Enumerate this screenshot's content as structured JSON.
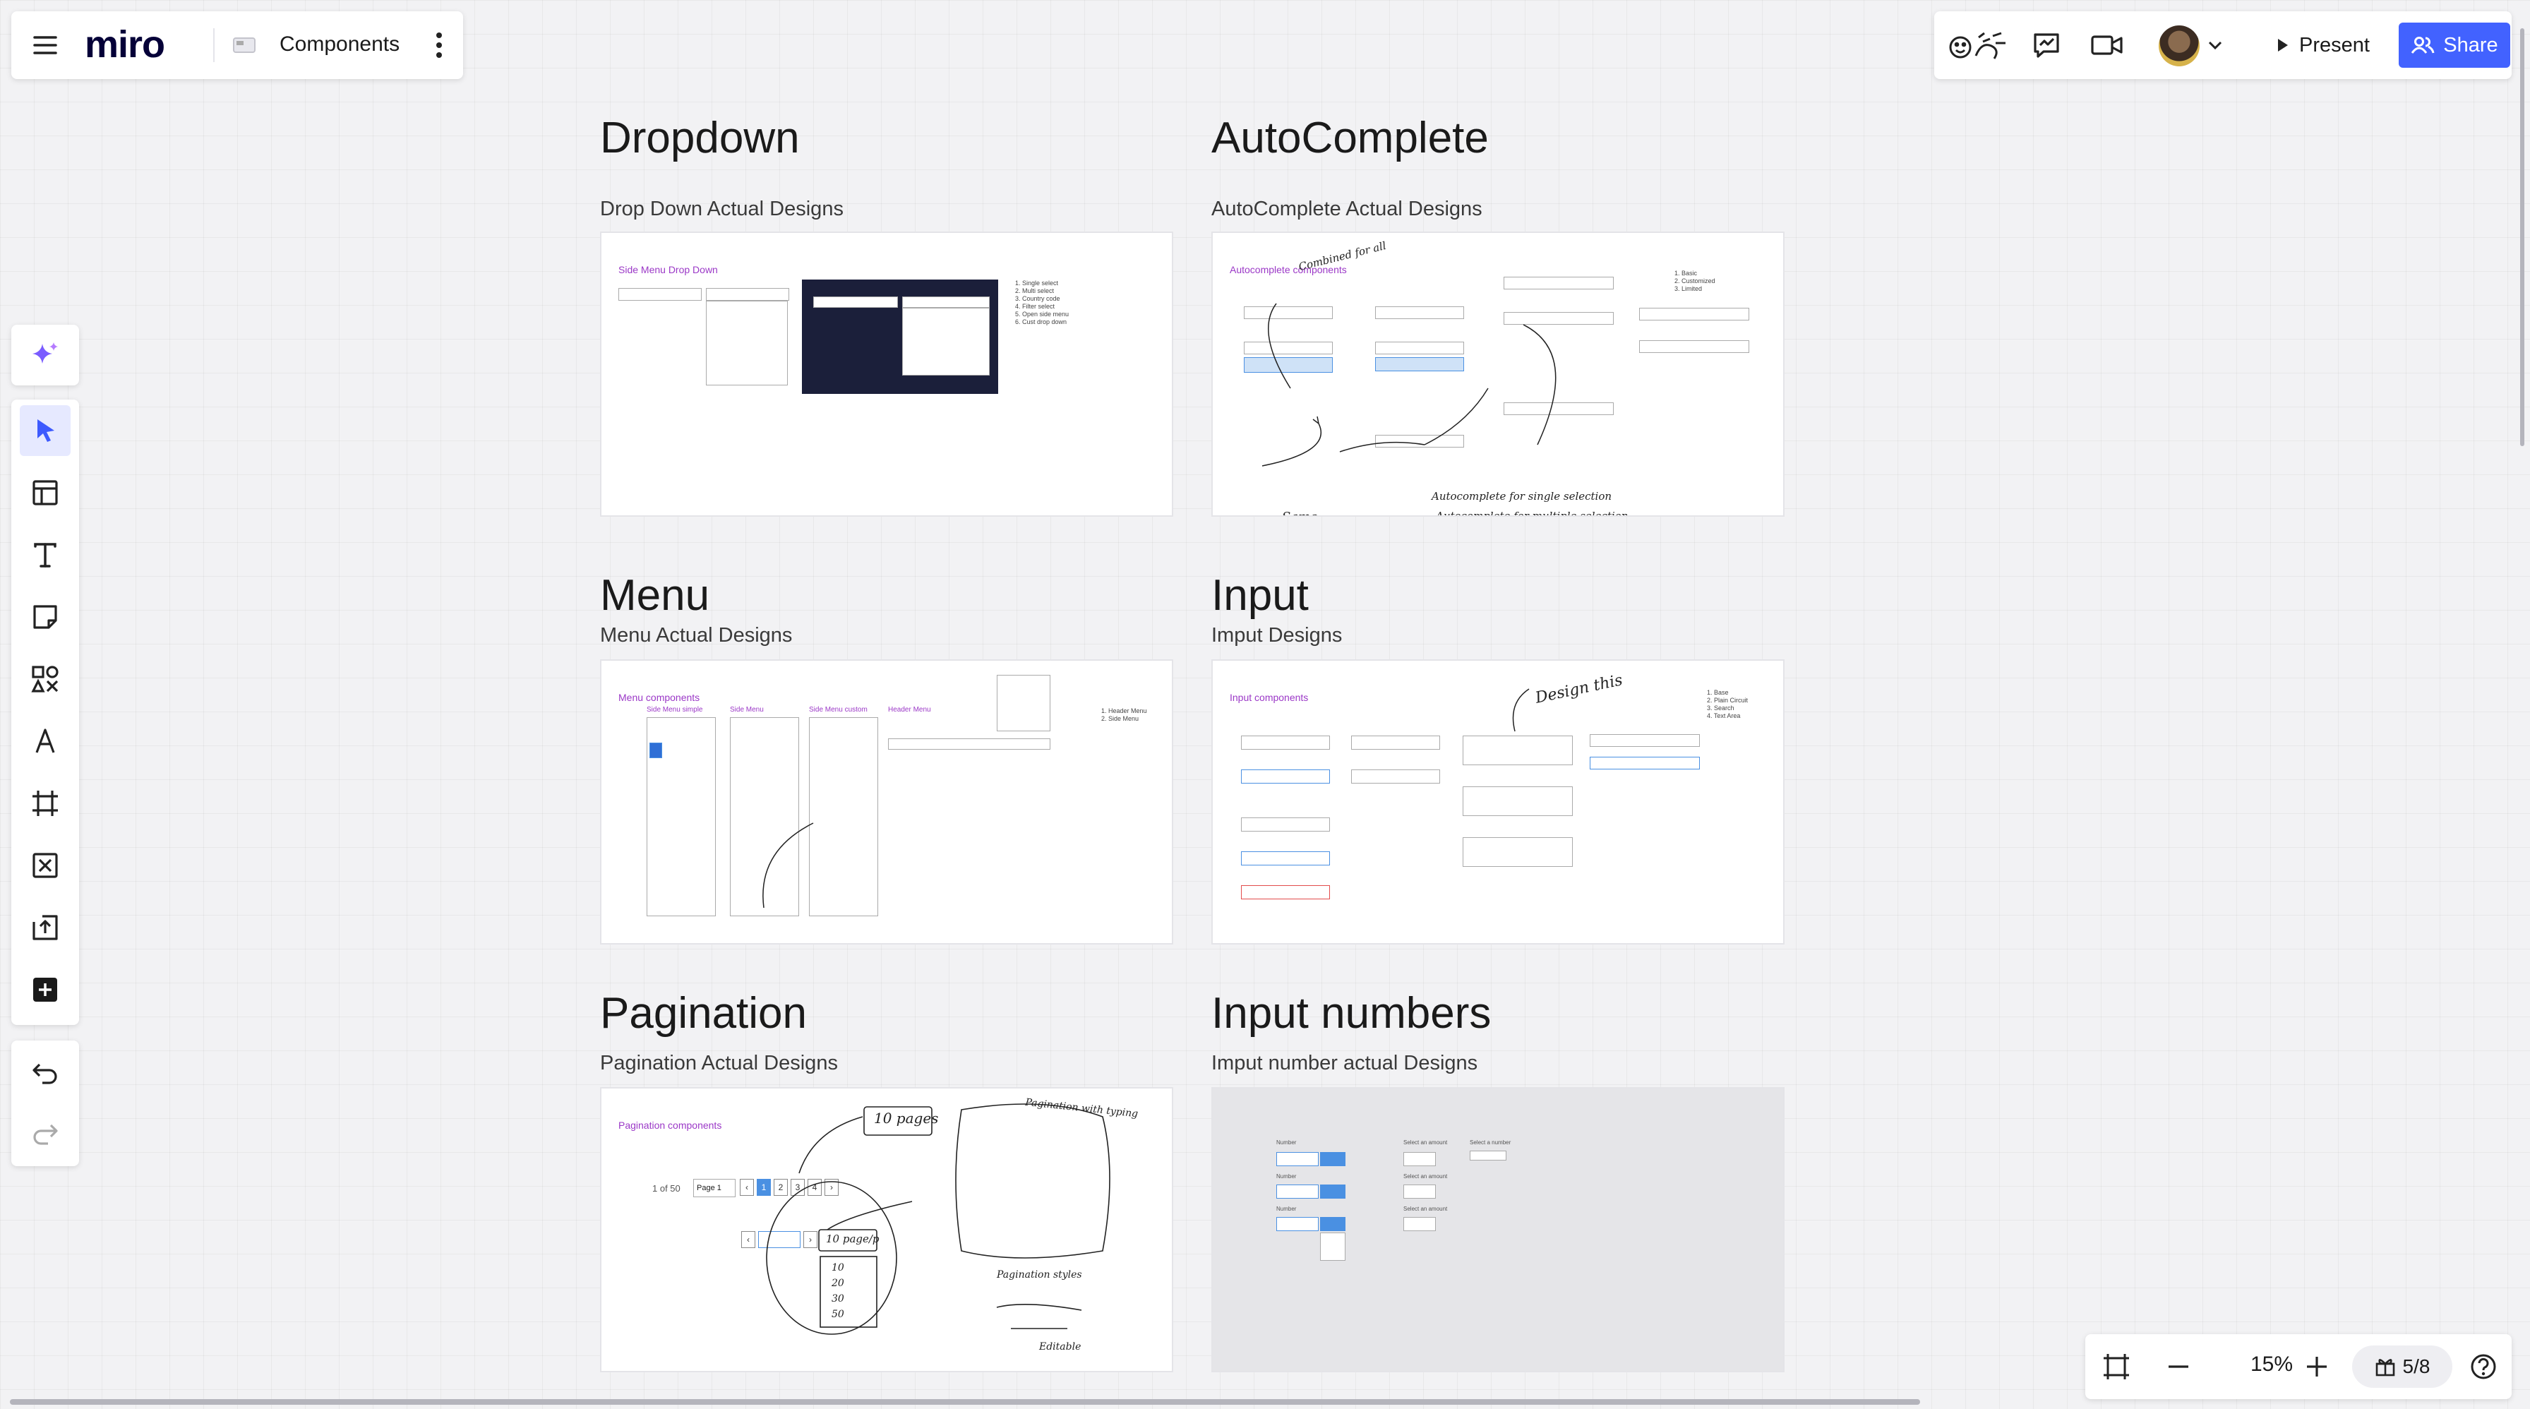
{
  "app": {
    "logo": "miro",
    "board_name": "Components"
  },
  "toolbar": {
    "present_label": "Present",
    "share_label": "Share"
  },
  "zoom": {
    "value": "15%",
    "pages": "5/8"
  },
  "sections": {
    "dropdown": {
      "title": "Dropdown",
      "subtitle": "Drop Down Actual Designs",
      "mini_title": "Side Menu Drop Down",
      "list": "1. Single select\n2. Multi select\n3. Country code\n4. Filter select\n5. Open side menu\n6. Cust drop down"
    },
    "autocomplete": {
      "title": "AutoComplete",
      "subtitle": "AutoComplete Actual Designs",
      "mini_title": "Autocomplete components",
      "notes": [
        "Same",
        "Autocomplete for single selection",
        "Autocomplete for multiple selection",
        "Combined for all"
      ],
      "list": "1. Basic\n2. Customized\n3. Limited"
    },
    "menu": {
      "title": "Menu",
      "subtitle": "Menu Actual Designs",
      "mini_title": "Menu components",
      "columns": [
        "Side Menu simple",
        "Side Menu",
        "Side Menu custom",
        "Header Menu"
      ],
      "list": "1. Header Menu\n2. Side Menu"
    },
    "input": {
      "title": "Input",
      "subtitle": "Imput Designs",
      "mini_title": "Input components",
      "note": "Design this",
      "list": "1. Base\n2. Plain Circuit\n3. Search\n4. Text Area"
    },
    "pagination": {
      "title": "Pagination",
      "subtitle": "Pagination Actual Designs",
      "mini_title": "Pagination components",
      "range_text": "1 of 50",
      "page_select": "Page 1",
      "pages": [
        "1",
        "2",
        "3",
        "4"
      ],
      "notes": [
        "10 pages",
        "Pagination with typing",
        "Pagination styles",
        "10 page/p",
        "Editable"
      ],
      "rows": [
        "10",
        "20",
        "30",
        "50"
      ]
    },
    "input_numbers": {
      "title": "Input numbers",
      "subtitle": "Imput number actual Designs",
      "labels": [
        "Number",
        "Number",
        "Number",
        "Select an amount",
        "Select an amount",
        "Select an amount",
        "Select a number"
      ]
    }
  }
}
